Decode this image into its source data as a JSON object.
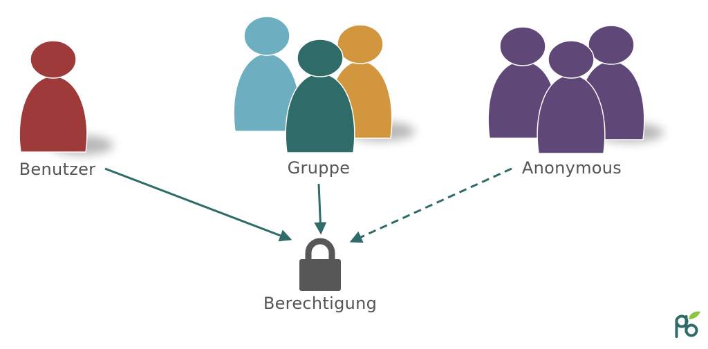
{
  "diagram": {
    "entities": {
      "benutzer": {
        "label": "Benutzer",
        "color": "#9e3a3a"
      },
      "gruppe": {
        "label": "Gruppe",
        "colors": [
          "#6eaec1",
          "#d2963f",
          "#2f6b68"
        ]
      },
      "anonymous": {
        "label": "Anonymous",
        "color": "#5f4878"
      }
    },
    "target": {
      "label": "Berechtigung",
      "icon": "lock-icon",
      "color": "#575757"
    },
    "connections": [
      {
        "from": "benutzer",
        "to": "berechtigung",
        "style": "solid"
      },
      {
        "from": "gruppe",
        "to": "berechtigung",
        "style": "solid"
      },
      {
        "from": "anonymous",
        "to": "berechtigung",
        "style": "dashed"
      }
    ],
    "arrow_color": "#2f6b68",
    "logo": {
      "icon": "brand-logo-icon",
      "colors": [
        "#2f6b68",
        "#8cc63f"
      ]
    }
  }
}
